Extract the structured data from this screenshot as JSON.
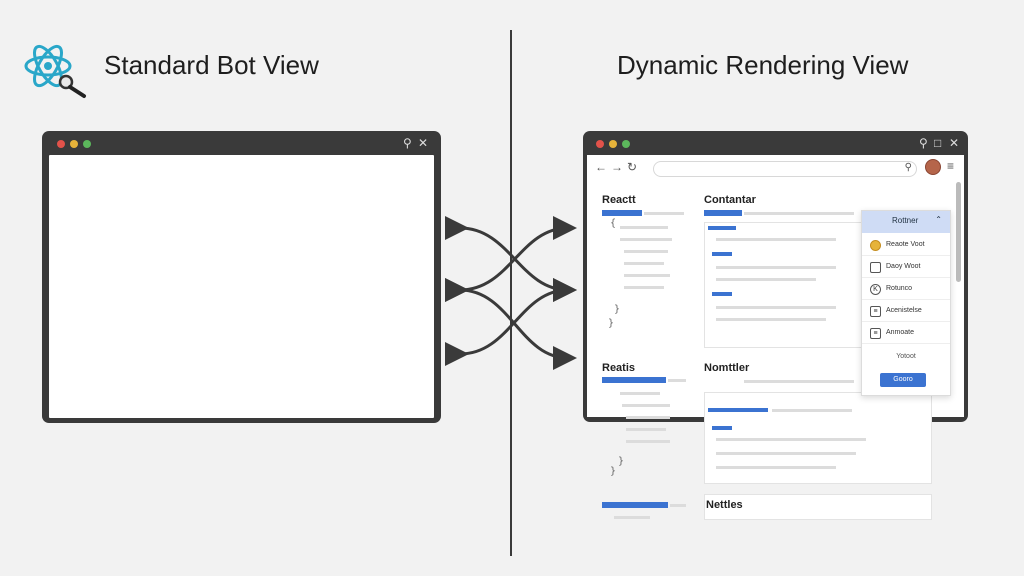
{
  "titles": {
    "left": "Standard Bot View",
    "right": "Dynamic Rendering View"
  },
  "icons": {
    "logo": "react-atom-magnifier-icon",
    "search": "search-icon",
    "close": "close-icon",
    "back": "arrow-left-icon",
    "forward": "arrow-right-icon",
    "reload": "reload-icon"
  },
  "colors": {
    "accent": "#3b73d1",
    "logo": "#2aa7c9"
  },
  "right_window": {
    "sections": [
      "Reactt",
      "Contantar",
      "Reatis",
      "Nomttler",
      "Nettles"
    ],
    "dropdown": {
      "header": "Rottner",
      "items": [
        "Reaote Voot",
        "Daoy Woot",
        "Rotunco",
        "Acenistelse",
        "Anmoate"
      ],
      "footer": "Yotoot",
      "button": "Gooro"
    }
  }
}
